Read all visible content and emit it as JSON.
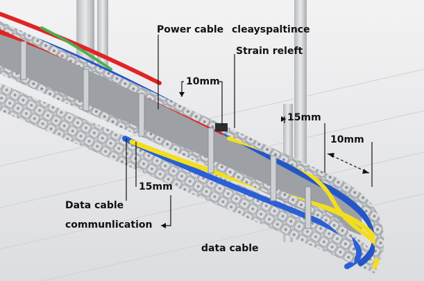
{
  "labels": {
    "power_cable": "Power cable",
    "clearance": "cleayspaltince",
    "strain_relief": "Strain releft",
    "gap_top": "10mm",
    "gap_right_mid": "15mm",
    "gap_right": "10mm",
    "gap_left": "15mm",
    "data_cable": "Data cable",
    "communication": "communlication",
    "data_cable_bottom": "data cable"
  },
  "colors": {
    "background": "#e9eaec",
    "chain": "#b9bcc0",
    "power_cable": "#e02424",
    "data_cable_yellow": "#f2de1e",
    "data_cable_blue": "#2456c8",
    "green_cable": "#4caf50"
  }
}
